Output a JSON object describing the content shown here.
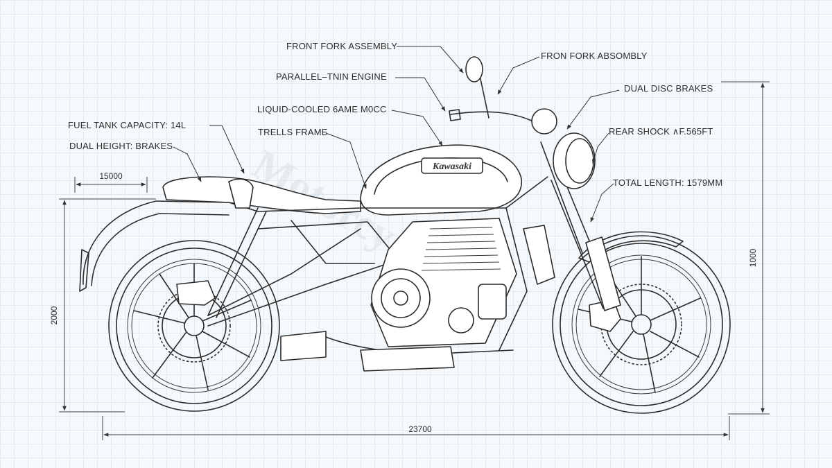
{
  "labels": {
    "front_fork_assembly": "FRONT FORK ASSEMBLY",
    "parallel_twin_engine": "PARALLEL–TNIN ENGINE",
    "liquid_cooled": "LIQUID-COOLED 6AME M0CC",
    "trellis_frame": "TRELLS FRAME",
    "fuel_tank": "FUEL TANK CAPACITY: 14L",
    "dual_height": "DUAL HEIGHT: BRAKES",
    "front_fork_absembly": "FRON FORK ABSOMBLY",
    "dual_disc_brakes": "DUAL DISC BRAKES",
    "rear_shock": "REAR SHOCK ∧F.565FT",
    "total_length": "TOTAL LENGTH: 1579MM"
  },
  "dimensions": {
    "seat_width": "15000",
    "overall_length": "23700",
    "rear_height": "2000",
    "front_height": "1000"
  },
  "tank_logo": "Kawasaki",
  "watermark": "Motorcycle"
}
